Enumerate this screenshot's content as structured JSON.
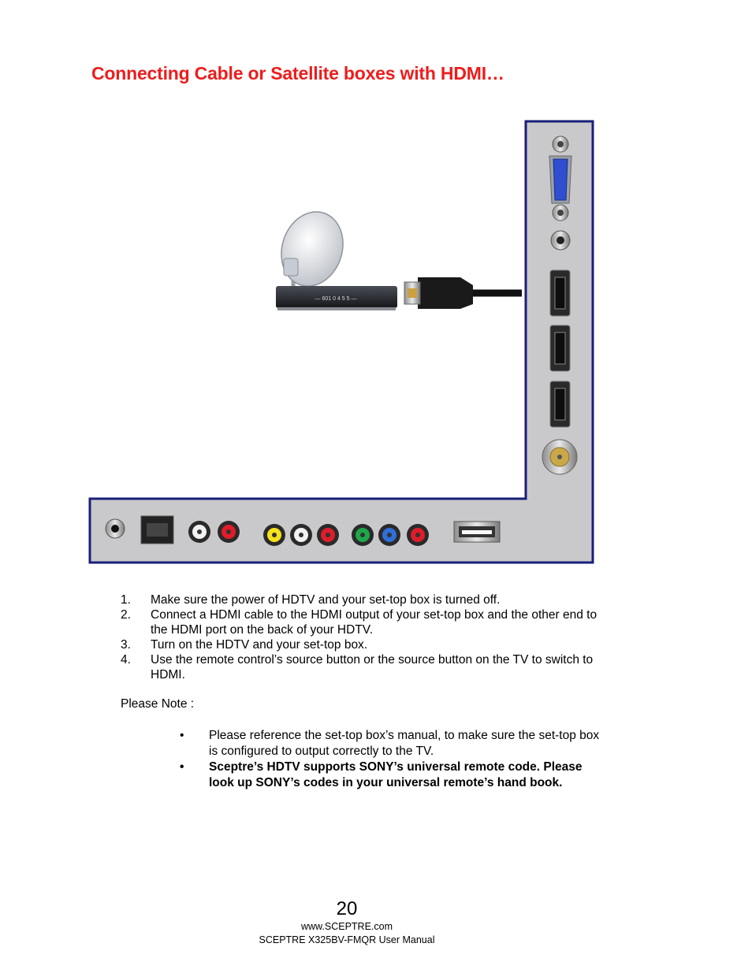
{
  "title": "Connecting Cable or Satellite boxes with HDMI…",
  "stb_display_text": "— 601 0 4 5 5 —",
  "steps": [
    {
      "num": "1.",
      "text": "Make sure the power of HDTV and your set-top box is turned off."
    },
    {
      "num": "2.",
      "text": "Connect a HDMI cable to the HDMI output of your set-top box and the other end to the HDMI port on the back of your HDTV."
    },
    {
      "num": "3.",
      "text": "Turn on the HDTV and your set-top box."
    },
    {
      "num": "4.",
      "text": "Use the remote control’s source button or the source button on the TV to switch to HDMI."
    }
  ],
  "note_label": "Please Note :",
  "bullets": [
    {
      "text": "Please reference the set-top box’s manual, to make sure the set-top box is configured to output correctly to the TV."
    },
    {
      "text": "Sceptre’s HDTV supports SONY’s universal remote code. Please look up SONY’s codes in your universal remote’s hand book."
    }
  ],
  "bullet_glyph": "•",
  "page_number": "20",
  "footer_url": "www.SCEPTRE.com",
  "footer_manual": "SCEPTRE X325BV-FMQR User Manual",
  "colors": {
    "title": "#ee1c1c",
    "panel_fill": "#c9c9cb",
    "panel_border": "#1a1f7a"
  }
}
